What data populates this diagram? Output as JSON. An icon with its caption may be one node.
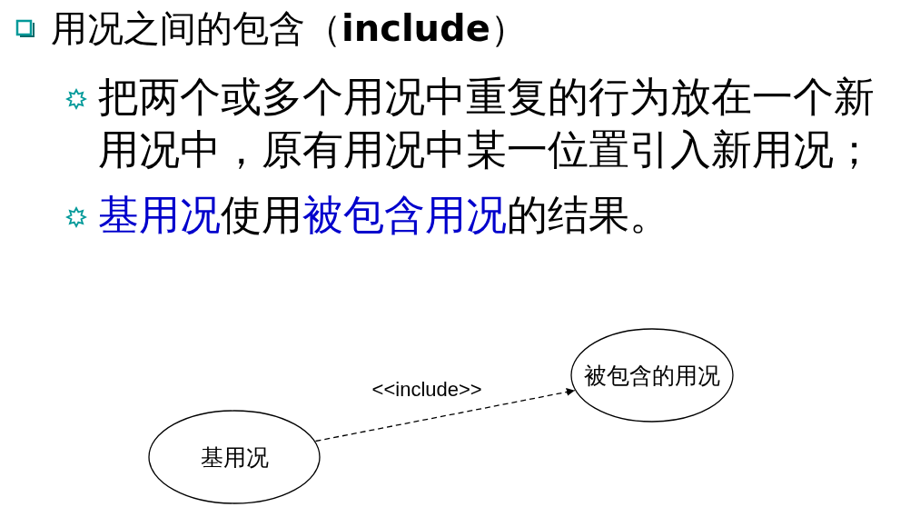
{
  "diagram": {
    "title": "用况之间的包含（**include**）",
    "nodes": [
      {
        "text": [
          "被包含的用况"
        ]
      },
      {
        "text": [
          "基用况"
        ]
      }
    ],
    "edges": [
      {
        "from": 1,
        "to": 0,
        "arrow": "to",
        "style": "dashed",
        "label": "<<include>>"
      }
    ],
    "labels": [
      "把两个或多个用况中重复的行为放在一个新用况中，原有用况中某一位置引入新用况；",
      "**基用况**使用**被包含用况**的结果。"
    ]
  }
}
